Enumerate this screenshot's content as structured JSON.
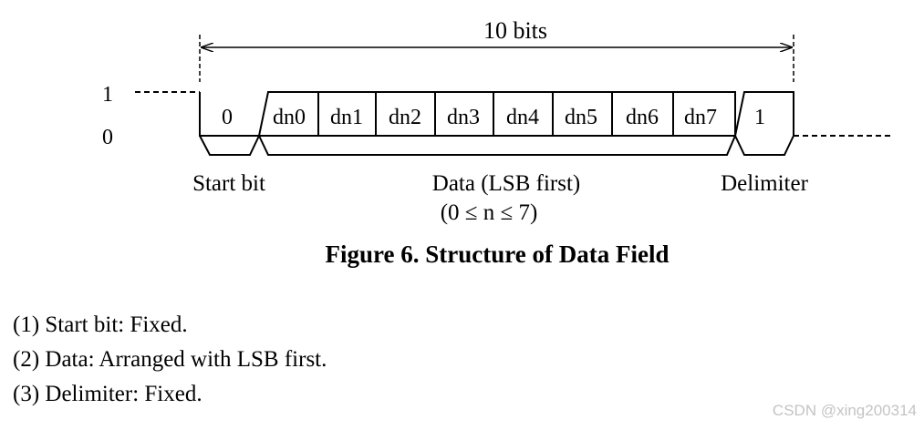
{
  "diagram": {
    "span_label": "10 bits",
    "level_high": "1",
    "level_low": "0",
    "start_bit_value": "0",
    "data_bits": [
      "dn0",
      "dn1",
      "dn2",
      "dn3",
      "dn4",
      "dn5",
      "dn6",
      "dn7"
    ],
    "delimiter_value": "1",
    "start_bit_label": "Start bit",
    "data_label": "Data (LSB first)",
    "data_range": "(0 ≤ n ≤ 7)",
    "delimiter_label": "Delimiter"
  },
  "caption": "Figure 6. Structure of Data Field",
  "notes": [
    "(1) Start bit: Fixed.",
    "(2) Data: Arranged with LSB first.",
    "(3) Delimiter: Fixed."
  ],
  "watermark": "CSDN @xing200314"
}
